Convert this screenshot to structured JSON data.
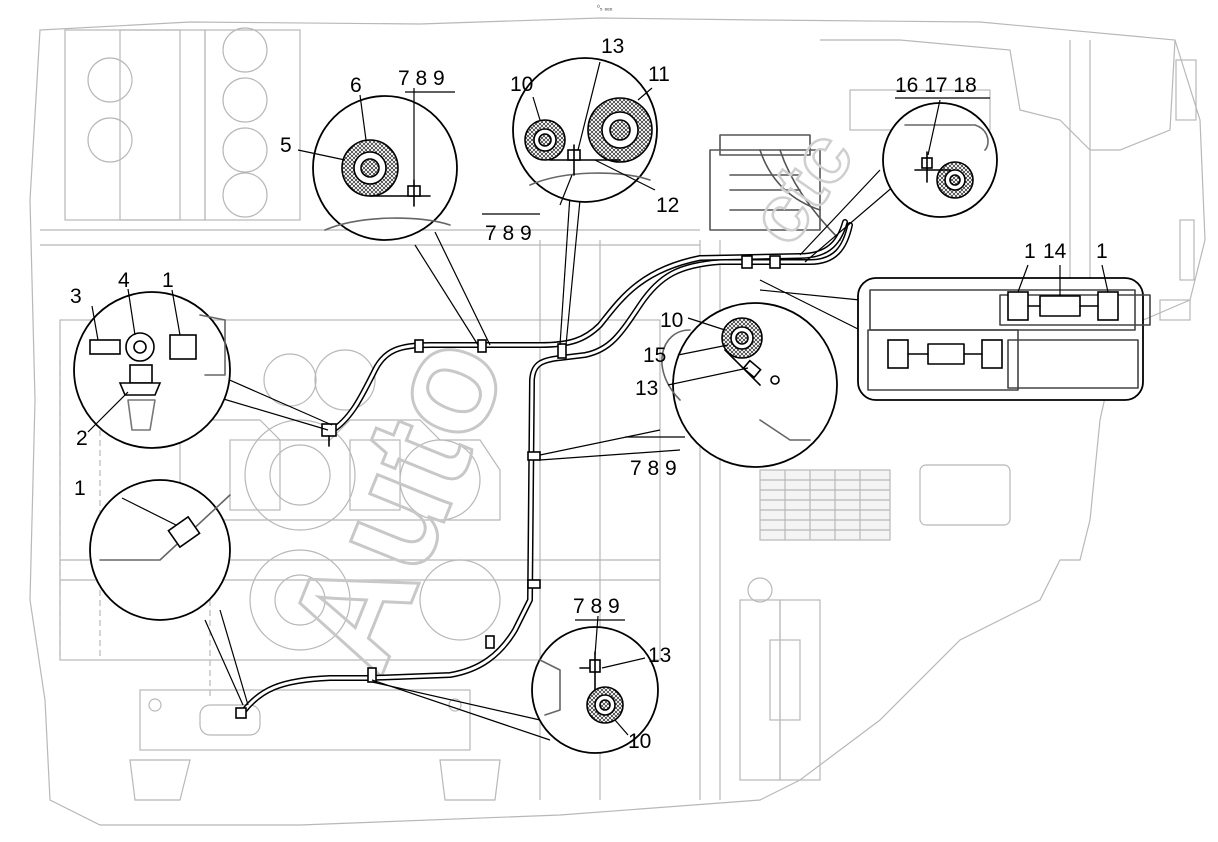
{
  "header_text": "⁰₅ ₑₑₑ",
  "watermark": {
    "main": "Auto",
    "secondary": "ctc"
  },
  "labels": {
    "n1_a": "1",
    "n1_b": "1",
    "n1_c": "1",
    "n1_d": "1",
    "n2": "2",
    "n3": "3",
    "n4": "4",
    "n5": "5",
    "n6": "6",
    "n789_a": "7 8 9",
    "n789_b": "7 8 9",
    "n789_c": "7 8 9",
    "n789_d": "7 8 9",
    "n10_a": "10",
    "n10_b": "10",
    "n10_c": "10",
    "n11": "11",
    "n12": "12",
    "n13_a": "13",
    "n13_b": "13",
    "n13_c": "13",
    "n14": "14",
    "n15": "15",
    "n16_17_18": "16 17 18"
  }
}
